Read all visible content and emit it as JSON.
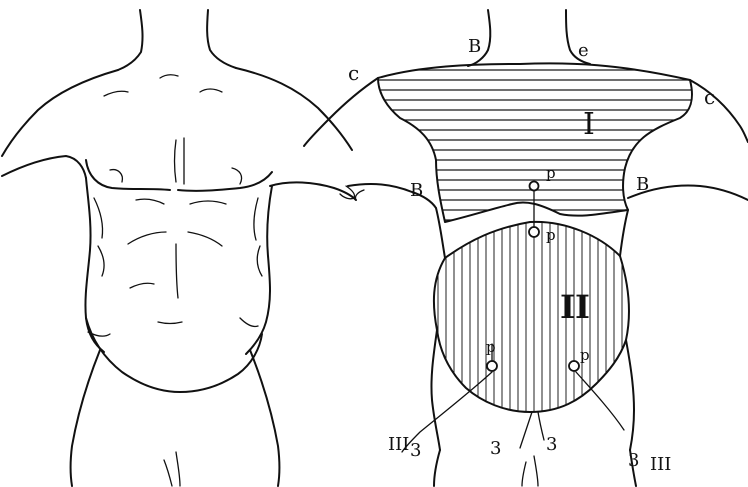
{
  "labels": {
    "clavicle_left": "c",
    "clavicle_right": "c",
    "neck_left": "B",
    "neck_right": "e",
    "axilla_left": "B",
    "axilla_right": "B",
    "region_upper": "I",
    "region_middle": "II",
    "region_lower_left": "III",
    "region_lower_right": "III",
    "point_sternum": "p",
    "point_epigastrium": "p",
    "point_iliac_left": "p",
    "point_iliac_right": "p",
    "nerve_left": "3",
    "nerve_center": "3",
    "nerve_center_2": "3",
    "nerve_right": "3"
  },
  "regions": [
    {
      "id": "I",
      "fill_pattern": "horizontal-lines"
    },
    {
      "id": "II",
      "fill_pattern": "vertical-lines"
    }
  ],
  "colors": {
    "ink": "#111111",
    "background": "#ffffff"
  }
}
